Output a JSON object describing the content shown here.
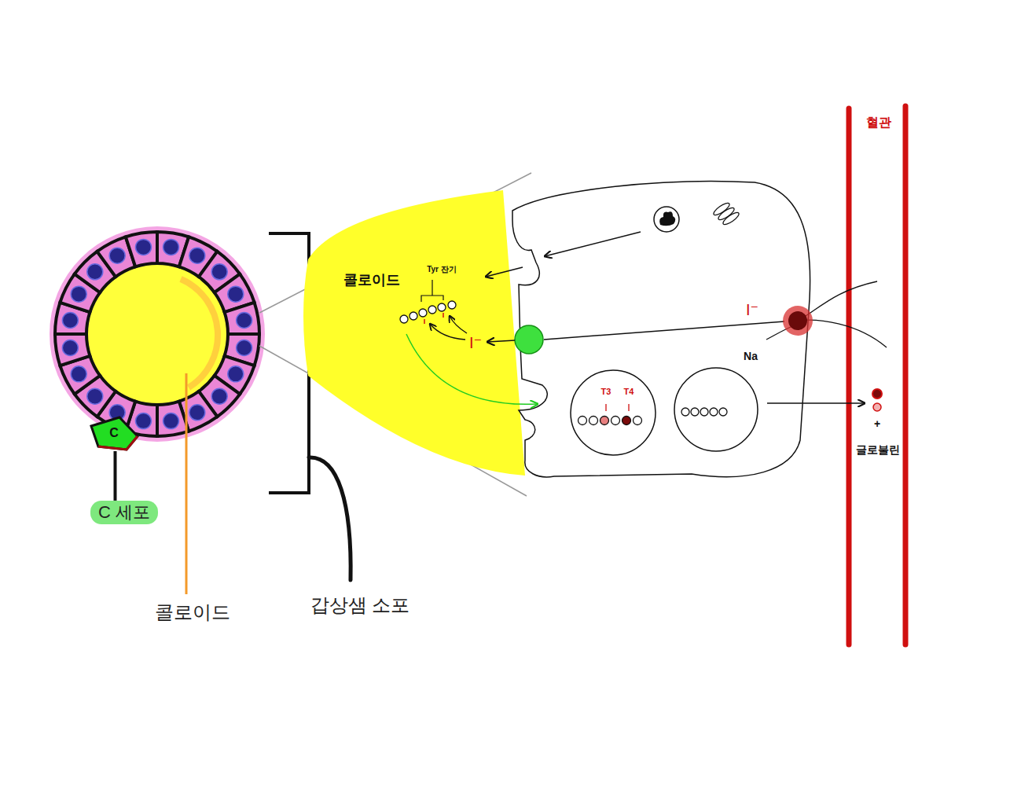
{
  "diagram": {
    "nodes": [
      {
        "text": [
          "C"
        ]
      },
      {
        "text": [
          "C 세포"
        ]
      },
      {
        "text": [
          "T3",
          "T4"
        ]
      }
    ],
    "edges": [
      {
        "from": 0,
        "to": 1,
        "arrow": "none"
      }
    ],
    "labels": [
      "콜로이드",
      "갑상샘 소포",
      "콜로이드",
      "Tyr 잔기",
      "I⁻",
      "I⁻",
      "Na",
      "+",
      "글로불린",
      "혈관"
    ]
  }
}
